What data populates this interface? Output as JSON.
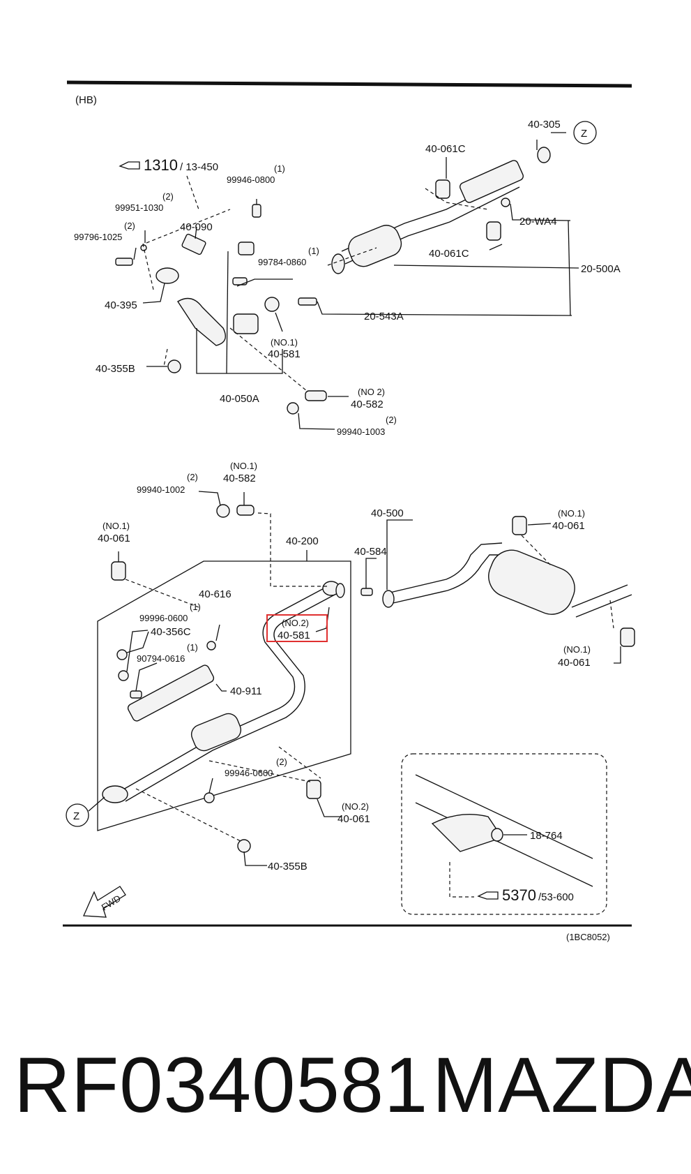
{
  "diagram": {
    "variant": "(HB)",
    "drawing_code": "(1BC8052)",
    "fwd_label": "FWD",
    "highlight_color": "#e03030",
    "references": [
      {
        "num": "1310",
        "sub": "/ 13-450"
      },
      {
        "num": "5370",
        "sub": "/53-600"
      }
    ],
    "z_marker": "Z",
    "labels": {
      "l40305": "40-305",
      "l40061c_top": "40-061C",
      "l20wa4": "20-WA4",
      "l40061c_mid": "40-061C",
      "l20500a": "20-500A",
      "l20543a": "20-543A",
      "q99946_0800": "(1)",
      "l99946_0800": "99946-0800",
      "q99951_1030": "(2)",
      "l99951_1030": "99951-1030",
      "q99796_1025": "(2)",
      "l99796_1025": "99796-1025",
      "l40090": "40-090",
      "q99784_0860": "(1)",
      "l99784_0860": "99784-0860",
      "l40395": "40-395",
      "q40581_top": "(NO.1)",
      "l40581_top": "40-581",
      "l40355b_top": "40-355B",
      "l40050a": "40-050A",
      "q40582_top": "(NO 2)",
      "l40582_top": "40-582",
      "q99940_1003": "(2)",
      "l99940_1003": "99940-1003",
      "q99940_1002": "(2)",
      "l99940_1002": "99940-1002",
      "q40582_bot": "(NO.1)",
      "l40582_bot": "40-582",
      "q40061_left": "(NO.1)",
      "l40061_left": "40-061",
      "l40200": "40-200",
      "l40500": "40-500",
      "l40584": "40-584",
      "q40061_right_top": "(NO.1)",
      "l40061_right_top": "40-061",
      "l40616": "40-616",
      "q99996_0600": "(1)",
      "l99996_0600": "99996-0600",
      "l40356c": "40-356C",
      "q40581_hl": "(NO.2)",
      "l40581_hl": "40-581",
      "q90794_0616": "(1)",
      "l90794_0616": "90794-0616",
      "l40911": "40-911",
      "q40061_right_bot": "(NO.1)",
      "l40061_right_bot": "40-061",
      "q99946_0600": "(2)",
      "l99946_0600": "99946-0600",
      "q40061_bot": "(NO.2)",
      "l40061_bot": "40-061",
      "l40355b_bot": "40-355B",
      "l18764": "18-764"
    }
  },
  "footer": {
    "part_number": "RF0340581",
    "brand": "MAZDA"
  }
}
